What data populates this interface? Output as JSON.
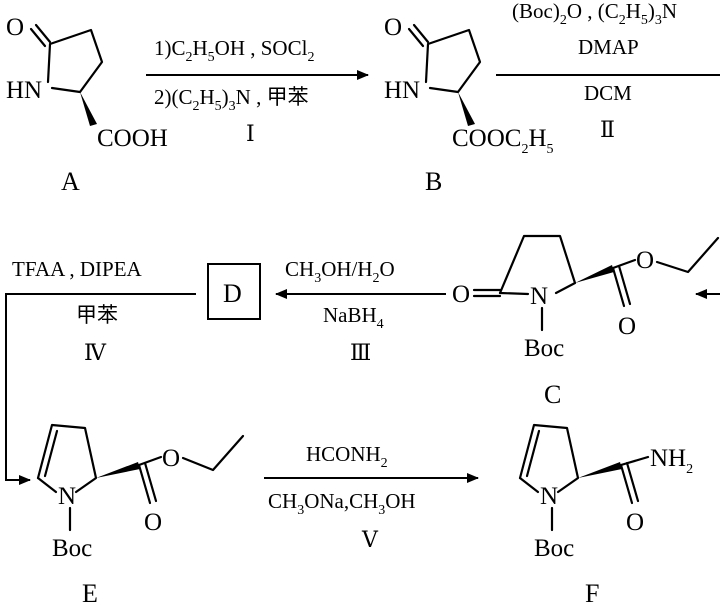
{
  "colors": {
    "ink": "#000000",
    "background": "#ffffff"
  },
  "compounds": {
    "A": {
      "label": "A",
      "atoms": {
        "o": "O",
        "hn": "HN",
        "acid": "COOH"
      }
    },
    "B": {
      "label": "B",
      "atoms": {
        "o": "O",
        "hn": "HN",
        "ester": "COOC",
        "ester_sub": "2",
        "ester_h": "H",
        "ester_sub2": "5"
      }
    },
    "C": {
      "label": "C",
      "atoms": {
        "o_ring": "O",
        "n": "N",
        "boc": "Boc",
        "o_carbonyl": "O",
        "o_ester": "O"
      }
    },
    "D": {
      "label": "D"
    },
    "E": {
      "label": "E",
      "atoms": {
        "n": "N",
        "boc": "Boc",
        "o_carbonyl": "O",
        "o_ester": "O"
      }
    },
    "F": {
      "label": "F",
      "atoms": {
        "n": "N",
        "boc": "Boc",
        "o_carbonyl": "O",
        "nh2": "NH",
        "nh2_sub": "2"
      }
    }
  },
  "steps": {
    "I": {
      "numeral": "Ⅰ",
      "line1": {
        "prefix": "1)C",
        "s1": "2",
        "mid1": "H",
        "s2": "5",
        "rest": "OH , SOCl",
        "s3": "2"
      },
      "line2": {
        "prefix": "2)(C",
        "s1": "2",
        "mid1": "H",
        "s2": "5",
        "mid2": ")",
        "s3": "3",
        "rest": "N , 甲苯"
      }
    },
    "II": {
      "numeral": "Ⅱ",
      "line1": {
        "prefix": "(Boc)",
        "s1": "2",
        "rest": "O , (C",
        "s2": "2",
        "mid": "H",
        "s3": "5",
        "mid2": ")",
        "s4": "3",
        "end": "N"
      },
      "line2": "DMAP",
      "below": "DCM"
    },
    "III": {
      "numeral": "Ⅲ",
      "above": {
        "prefix": "CH",
        "s1": "3",
        "rest": "OH/H",
        "s2": "2",
        "end": "O"
      },
      "below": {
        "prefix": "NaBH",
        "s1": "4"
      }
    },
    "IV": {
      "numeral": "Ⅳ",
      "above": "TFAA , DIPEA",
      "below": "甲苯"
    },
    "V": {
      "numeral": "Ⅴ",
      "above": {
        "prefix": "HCONH",
        "s1": "2"
      },
      "below": {
        "prefix": "CH",
        "s1": "3",
        "mid": "ONa,CH",
        "s2": "3",
        "end": "OH"
      }
    }
  }
}
